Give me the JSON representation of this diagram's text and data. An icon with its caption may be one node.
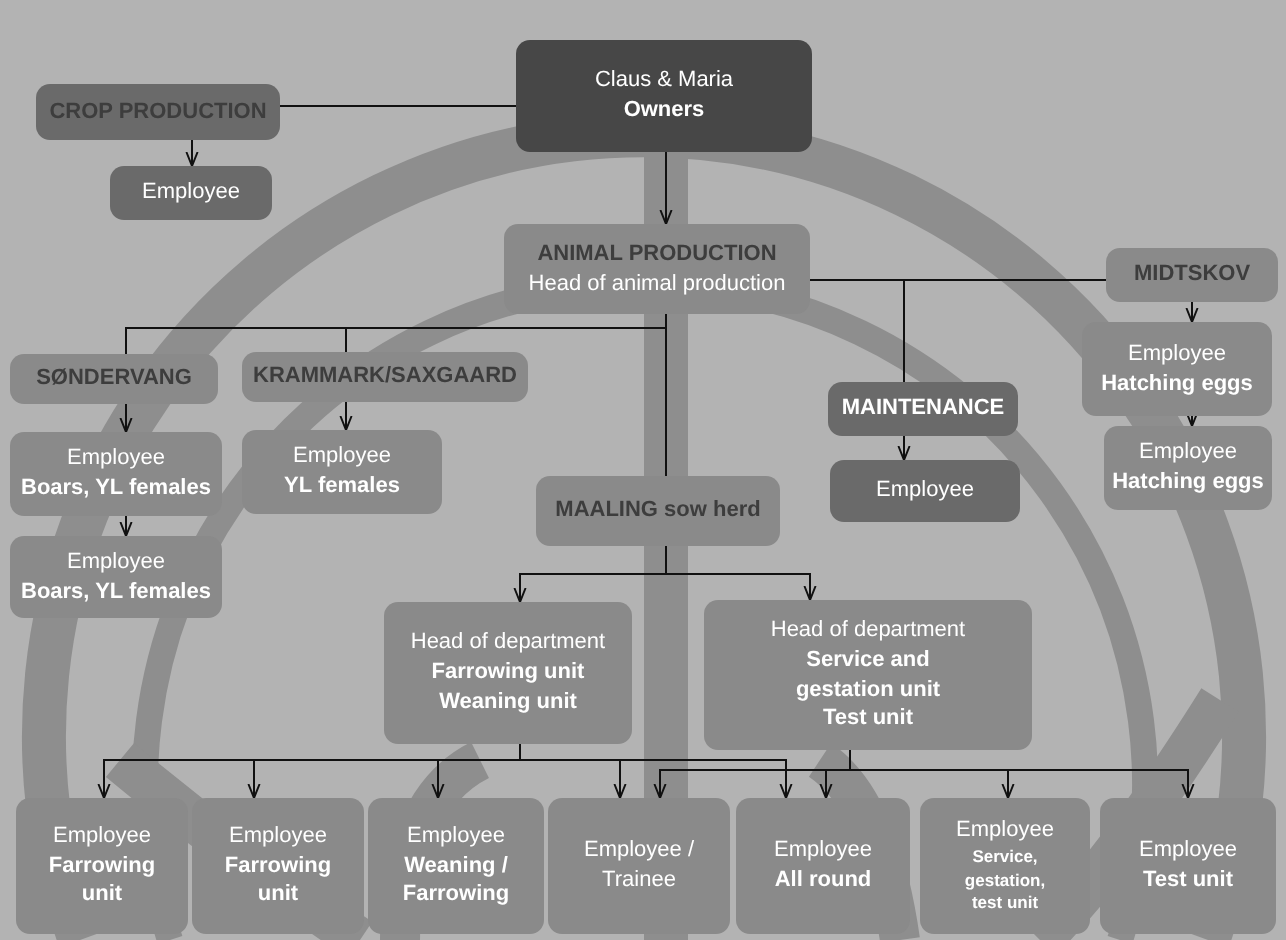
{
  "diagram": {
    "nodes": [
      {
        "text": [
          "Claus & Maria",
          "Owners"
        ]
      },
      {
        "text": [
          "CROP PRODUCTION"
        ]
      },
      {
        "text": [
          "Employee"
        ]
      },
      {
        "text": [
          "ANIMAL PRODUCTION",
          "Head of animal production"
        ]
      },
      {
        "text": [
          "MIDTSKOV"
        ]
      },
      {
        "text": [
          "SØNDERVANG"
        ]
      },
      {
        "text": [
          "KRAMMARK/SAXGAARD"
        ]
      },
      {
        "text": [
          "MAINTENANCE"
        ]
      },
      {
        "text": [
          "Employee",
          "Hatching eggs"
        ]
      },
      {
        "text": [
          "Employee",
          "Hatching eggs"
        ]
      },
      {
        "text": [
          "Employee",
          "Boars, YL females"
        ]
      },
      {
        "text": [
          "Employee",
          "YL females"
        ]
      },
      {
        "text": [
          "Employee"
        ]
      },
      {
        "text": [
          "MAALING sow herd"
        ]
      },
      {
        "text": [
          "Employee",
          "Boars, YL females"
        ]
      },
      {
        "text": [
          "Head of department",
          "Farrowing unit Weaning unit"
        ]
      },
      {
        "text": [
          "Head of department",
          "Service and gestation unit Test unit"
        ]
      },
      {
        "text": [
          "Employee",
          "Farrowing unit"
        ]
      },
      {
        "text": [
          "Employee",
          "Farrowing unit"
        ]
      },
      {
        "text": [
          "Employee",
          "Weaning / Farrowing"
        ]
      },
      {
        "text": [
          "Employee / Trainee"
        ]
      },
      {
        "text": [
          "Employee",
          "All round"
        ]
      },
      {
        "text": [
          "Employee",
          "Service, gestation, test unit"
        ]
      },
      {
        "text": [
          "Employee",
          "Test unit"
        ]
      }
    ],
    "edges": [
      {
        "from": 0,
        "to": 1,
        "arrow": "none"
      },
      {
        "from": 1,
        "to": 2,
        "arrow": "to"
      },
      {
        "from": 0,
        "to": 3,
        "arrow": "to"
      },
      {
        "from": 3,
        "to": 4,
        "arrow": "none"
      },
      {
        "from": 3,
        "to": 7,
        "arrow": "none"
      },
      {
        "from": 3,
        "to": 5,
        "arrow": "none"
      },
      {
        "from": 3,
        "to": 6,
        "arrow": "none"
      },
      {
        "from": 3,
        "to": 13,
        "arrow": "none"
      },
      {
        "from": 4,
        "to": 8,
        "arrow": "to"
      },
      {
        "from": 8,
        "to": 9,
        "arrow": "to"
      },
      {
        "from": 5,
        "to": 10,
        "arrow": "to"
      },
      {
        "from": 10,
        "to": 14,
        "arrow": "to"
      },
      {
        "from": 6,
        "to": 11,
        "arrow": "to"
      },
      {
        "from": 7,
        "to": 12,
        "arrow": "to"
      },
      {
        "from": 13,
        "to": 15,
        "arrow": "to"
      },
      {
        "from": 13,
        "to": 16,
        "arrow": "to"
      },
      {
        "from": 15,
        "to": 17,
        "arrow": "to"
      },
      {
        "from": 15,
        "to": 18,
        "arrow": "to"
      },
      {
        "from": 15,
        "to": 19,
        "arrow": "to"
      },
      {
        "from": 15,
        "to": 20,
        "arrow": "to"
      },
      {
        "from": 15,
        "to": 21,
        "arrow": "to"
      },
      {
        "from": 16,
        "to": 20,
        "arrow": "to"
      },
      {
        "from": 16,
        "to": 21,
        "arrow": "to"
      },
      {
        "from": 16,
        "to": 22,
        "arrow": "to"
      },
      {
        "from": 16,
        "to": 23,
        "arrow": "to"
      }
    ]
  }
}
